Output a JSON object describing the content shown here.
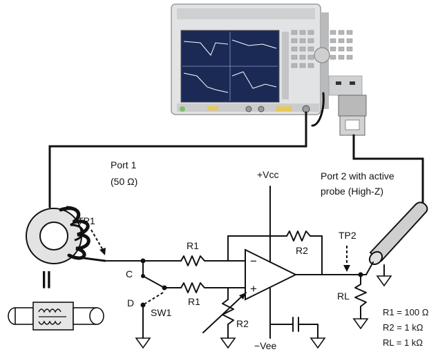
{
  "labels": {
    "port1_line1": "Port 1",
    "port1_line2": "(50 Ω)",
    "vcc": "+Vcc",
    "vee": "−Vee",
    "port2_line1": "Port 2 with active",
    "port2_line2": "probe (High-Z)",
    "tp1": "TP1",
    "tp2": "TP2",
    "r1_top": "R1",
    "r1_bottom": "R1",
    "r2_feedback": "R2",
    "r2_variable": "R2",
    "node_c": "C",
    "node_d": "D",
    "sw1": "SW1",
    "rl": "RL",
    "opamp_minus": "−",
    "opamp_plus": "+",
    "equals_sign": "||"
  },
  "values": {
    "r1": "R1 = 100 Ω",
    "r2": "R2 = 1 kΩ",
    "rl": "RL = 1 kΩ"
  },
  "colors": {
    "instrument_body": "#d9dadb",
    "screen_bg": "#1b2a55",
    "core": "#e3e3e3",
    "probe": "#c8c8c8"
  }
}
